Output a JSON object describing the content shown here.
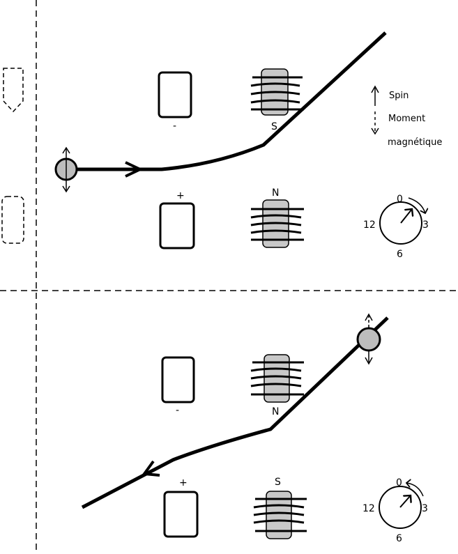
{
  "legend": {
    "spin": "Spin",
    "moment_line1": "Moment",
    "moment_line2": "magnétique"
  },
  "top_panel": {
    "plate_upper_sign": "-",
    "plate_lower_sign": "+",
    "magnet_upper_pole": "S",
    "magnet_lower_pole": "N",
    "clock": {
      "top": "0",
      "right": "3",
      "bottom": "6",
      "left": "12"
    }
  },
  "bottom_panel": {
    "plate_upper_sign": "-",
    "plate_lower_sign": "+",
    "magnet_upper_pole": "N",
    "magnet_lower_pole": "S",
    "clock": {
      "top": "0",
      "right": "3",
      "bottom": "6",
      "left": "12"
    }
  }
}
